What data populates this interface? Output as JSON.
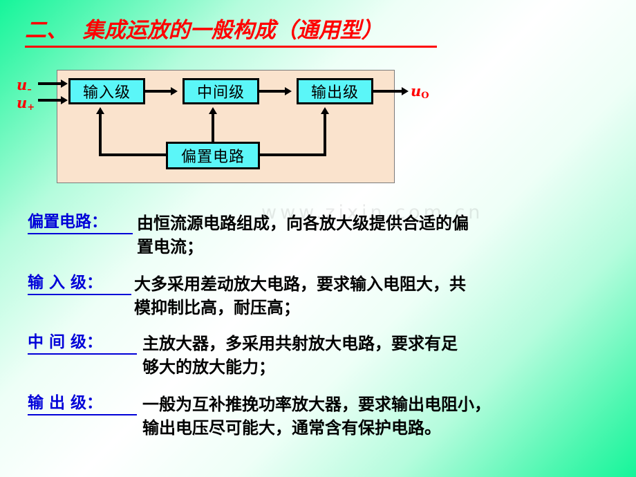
{
  "slide": {
    "title": "二、  集成运放的一般构成（通用型）",
    "background_gradient": [
      "#15f59a",
      "#ffffff",
      "#15f59a"
    ],
    "title_color": "#FF0000",
    "term_color": "#0000D8",
    "body_color": "#000000",
    "watermark": "www.zixin.com.cn"
  },
  "diagram": {
    "panel_fill": "#FAE3CD",
    "box_fill": "#5BF6F8",
    "box_border": "#000000",
    "boxes": [
      {
        "id": "input",
        "label": "输入级"
      },
      {
        "id": "mid",
        "label": "中间级"
      },
      {
        "id": "output",
        "label": "输出级"
      },
      {
        "id": "bias",
        "label": "偏置电路"
      }
    ],
    "signals": {
      "input_minus": {
        "symbol": "u",
        "subscript": "–"
      },
      "input_plus": {
        "symbol": "u",
        "subscript": "+"
      },
      "output": {
        "symbol": "u",
        "subscript": "O"
      }
    }
  },
  "entries": [
    {
      "id": "bias",
      "term": "偏置电路：",
      "body": "由恒流源电路组成，向各放大级提供合适的偏\n置电流；"
    },
    {
      "id": "input",
      "term": "输 入 级：",
      "body": "大多采用差动放大电路，要求输入电阻大，共\n模抑制比高，耐压高；"
    },
    {
      "id": "mid",
      "term": "中 间 级：",
      "body": "主放大器，多采用共射放大电路，要求有足\n够大的放大能力；"
    },
    {
      "id": "output",
      "term": "输 出 级：",
      "body": "一般为互补推挽功率放大器，要求输出电阻小，\n输出电压尽可能大，通常含有保护电路。"
    }
  ]
}
